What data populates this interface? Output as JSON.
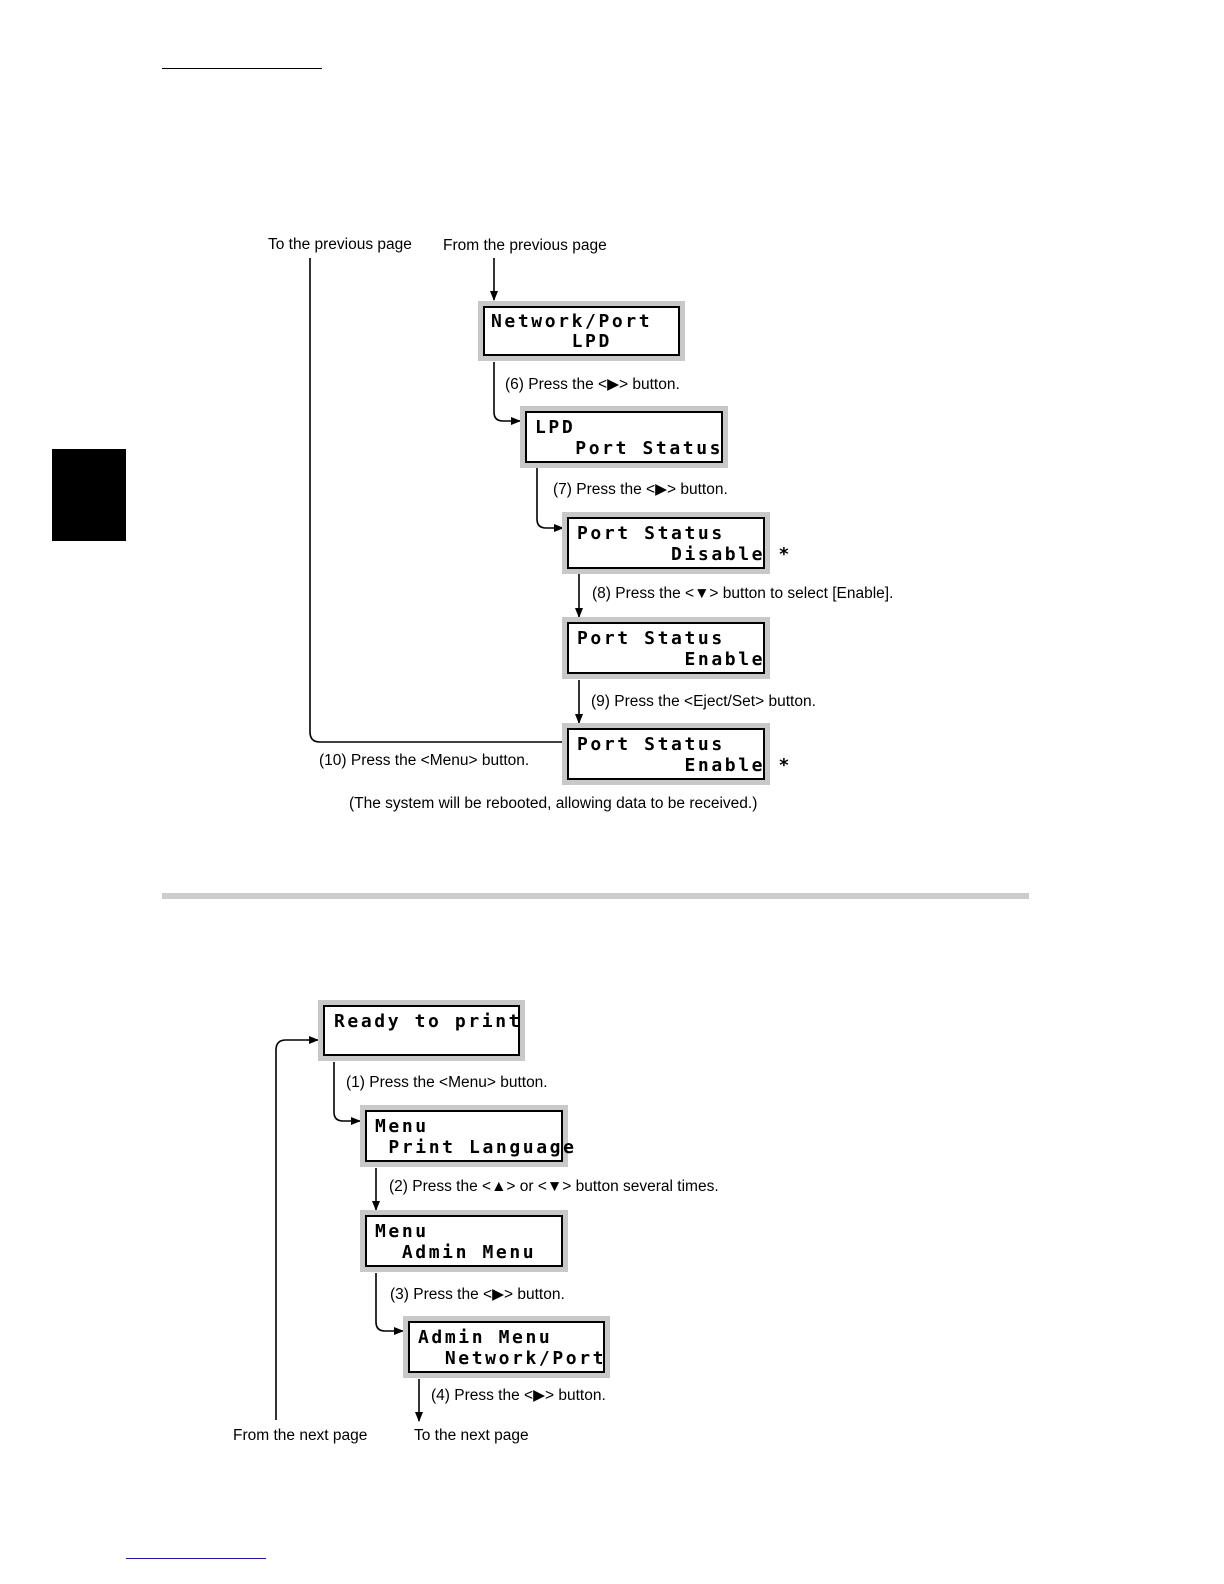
{
  "labels": {
    "to_previous_page": "To the previous page",
    "from_previous_page": "From the previous page",
    "from_next_page": "From the next page",
    "to_next_page": "To the next page",
    "reboot_note": "(The system will be rebooted, allowing data to be received.)"
  },
  "flow_top": {
    "screens": [
      {
        "line1": "Network/Port",
        "line2": "      LPD"
      },
      {
        "line1": "LPD",
        "line2": "   Port Status"
      },
      {
        "line1": "Port Status",
        "line2": "       Disable *"
      },
      {
        "line1": "Port Status",
        "line2": "        Enable"
      },
      {
        "line1": "Port Status",
        "line2": "        Enable *"
      }
    ],
    "steps": [
      "(6) Press the <▶> button.",
      "(7) Press the <▶> button.",
      "(8) Press the <▼> button to select [Enable].",
      "(9) Press the <Eject/Set> button.",
      "(10) Press the <Menu> button."
    ]
  },
  "flow_bottom": {
    "screens": [
      {
        "line1": "Ready to print",
        "line2": ""
      },
      {
        "line1": "Menu",
        "line2": " Print Language"
      },
      {
        "line1": "Menu",
        "line2": "  Admin Menu"
      },
      {
        "line1": "Admin Menu",
        "line2": "  Network/Port"
      }
    ],
    "steps": [
      "(1) Press the <Menu> button.",
      "(2) Press the <▲> or <▼> button several times.",
      "(3) Press the <▶> button.",
      "(4) Press the <▶> button."
    ]
  }
}
